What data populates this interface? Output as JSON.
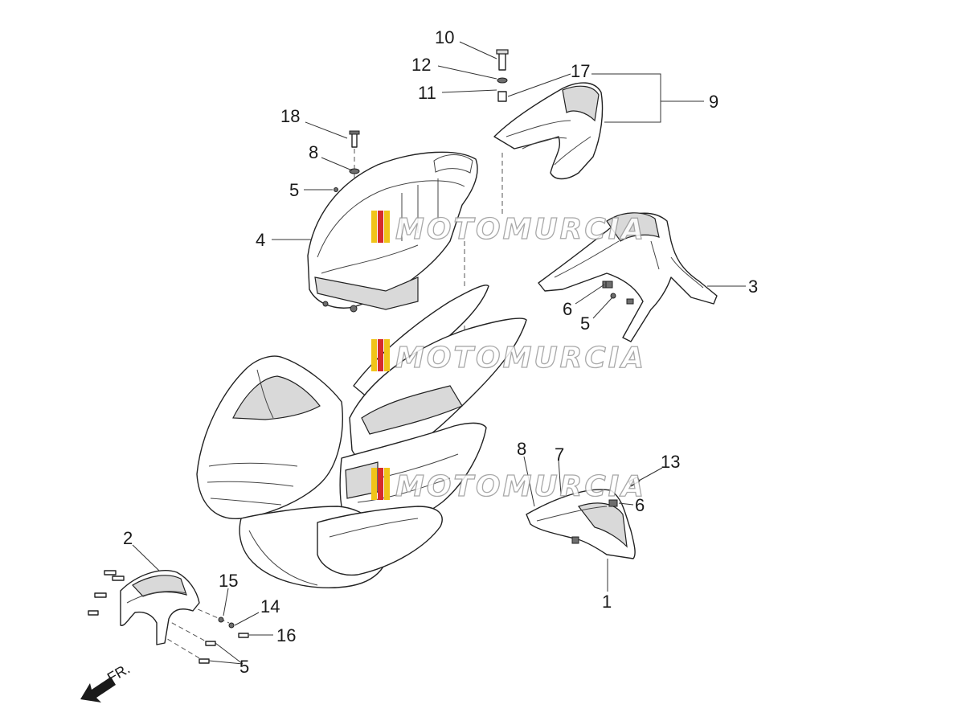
{
  "diagram": {
    "labels": [
      "10",
      "12",
      "11",
      "17",
      "9",
      "18",
      "8",
      "5",
      "4",
      "6",
      "5",
      "3",
      "8",
      "7",
      "13",
      "6",
      "1",
      "2",
      "15",
      "14",
      "16",
      "5"
    ],
    "front_label": "FR.",
    "watermark": "MOTOMURCIA",
    "colors": {
      "line": "#222222",
      "fill": "#ffffff",
      "shade": "#d9d9d9",
      "watermark_red": "#d62b2b",
      "watermark_yellow": "#f0c419"
    }
  }
}
